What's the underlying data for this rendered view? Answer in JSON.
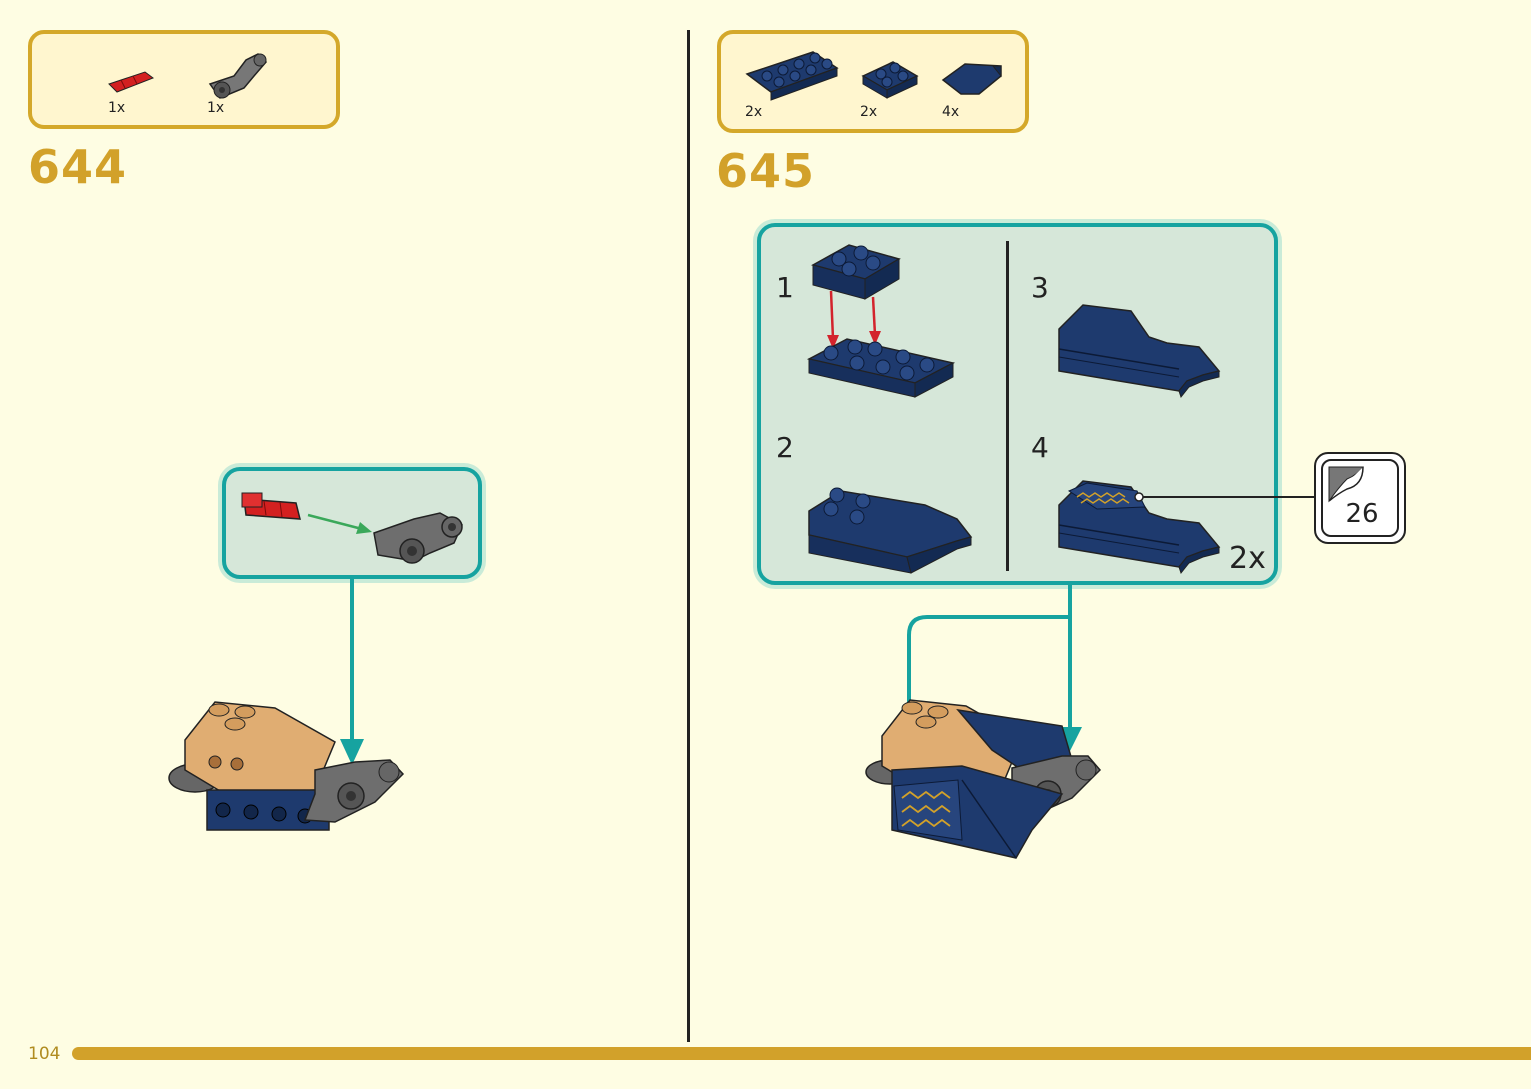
{
  "page": {
    "number": "104"
  },
  "left_step": {
    "number": "644",
    "parts": [
      {
        "name": "red-pin-icon",
        "qty": "1x",
        "color": "#d32020"
      },
      {
        "name": "gray-connector-icon",
        "qty": "1x",
        "color": "#6b6b6b"
      }
    ]
  },
  "right_step": {
    "number": "645",
    "parts": [
      {
        "name": "blue-plate-2x4-icon",
        "qty": "2x",
        "color": "#1e3a6e"
      },
      {
        "name": "blue-plate-2x2-icon",
        "qty": "2x",
        "color": "#1e3a6e"
      },
      {
        "name": "blue-wedge-icon",
        "qty": "4x",
        "color": "#1e3a6e"
      }
    ],
    "substeps": [
      "1",
      "2",
      "3",
      "4"
    ],
    "multiplier": "2x",
    "sticker_number": "26"
  },
  "colors": {
    "accent_gold": "#d2a12a",
    "teal": "#16a3a0",
    "callout_bg": "#d6e7d9",
    "brick_blue": "#1e3a6e",
    "tan": "#e0ad72"
  }
}
